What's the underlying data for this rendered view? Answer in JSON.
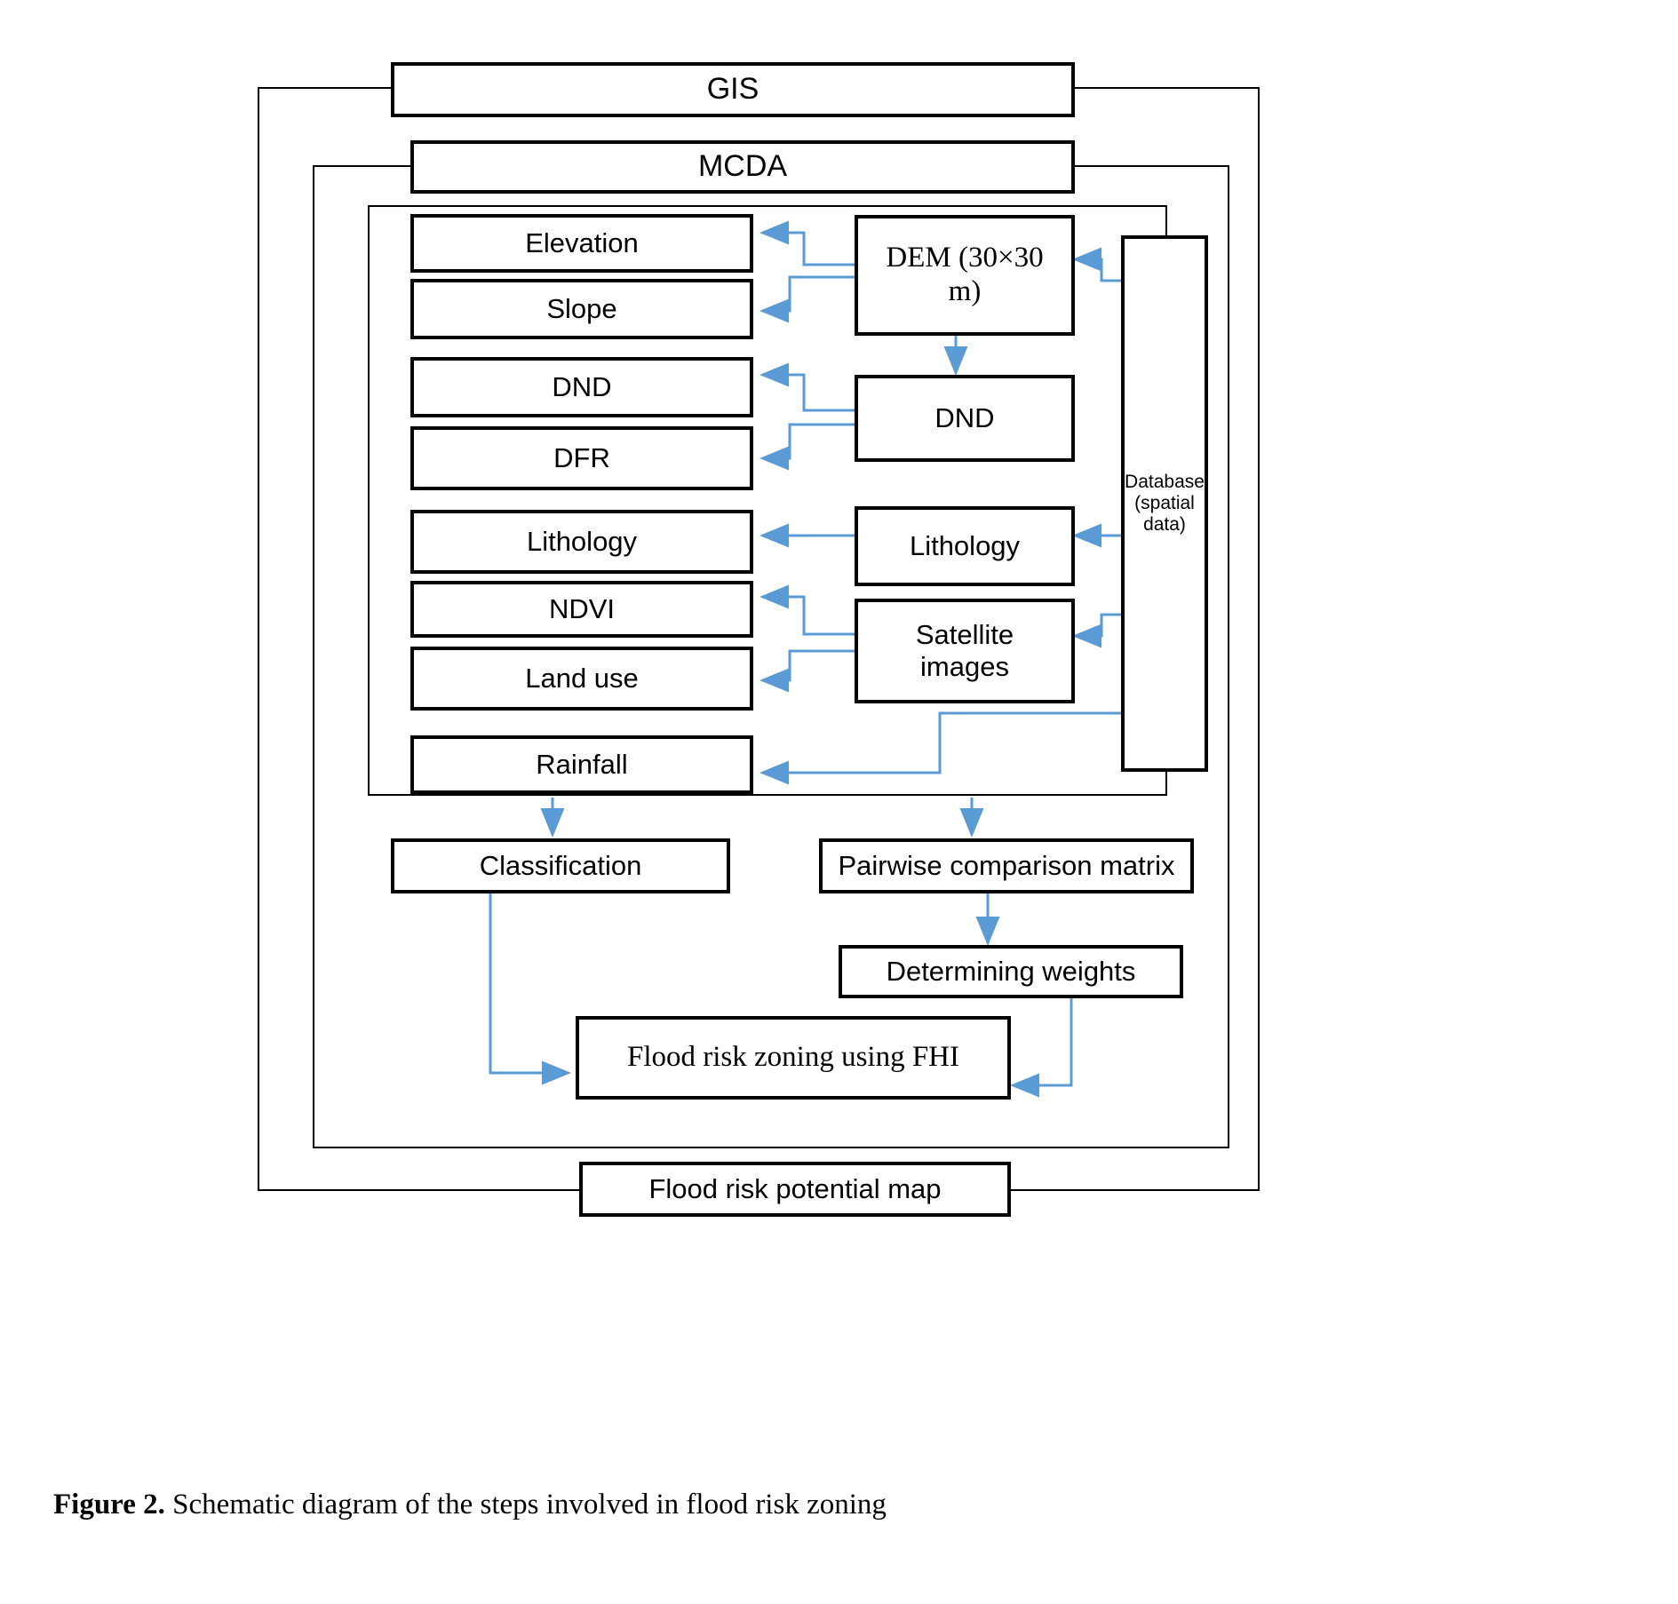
{
  "figure": {
    "caption_label": "Figure 2.",
    "caption_text": " Schematic diagram of the steps involved in flood risk zoning"
  },
  "colors": {
    "connector_blue": "#5B9BD5",
    "box_stroke": "#000000",
    "frame_stroke": "#000000",
    "background": "#FFFFFF"
  },
  "containers": {
    "gis_label": "GIS",
    "mcda_label": "MCDA"
  },
  "nodes": {
    "gis": "GIS",
    "mcda": "MCDA",
    "elevation": "Elevation",
    "slope": "Slope",
    "dnd_left": "DND",
    "dfr": "DFR",
    "lithology_left": "Lithology",
    "ndvi": "NDVI",
    "land_use": "Land use",
    "rainfall": "Rainfall",
    "dem": "DEM (30×30 m)",
    "dnd_right": "DND",
    "lithology_right": "Lithology",
    "satellite_images": "Satellite\nimages",
    "database": "Database\n(spatial\ndata)",
    "classification": "Classification",
    "pairwise": "Pairwise comparison matrix",
    "determining_weights": "Determining weights",
    "flood_risk_zoning": "Flood risk zoning using FHI",
    "flood_risk_map": "Flood risk potential map"
  },
  "chart_data": {
    "type": "diagram",
    "title": "Schematic diagram of the steps involved in flood risk zoning",
    "flow_edges": [
      {
        "from": "DEM (30×30 m)",
        "to": "Elevation"
      },
      {
        "from": "DEM (30×30 m)",
        "to": "Slope"
      },
      {
        "from": "DEM (30×30 m)",
        "to": "DND"
      },
      {
        "from": "DND",
        "to": "DND"
      },
      {
        "from": "DND",
        "to": "DFR"
      },
      {
        "from": "Lithology",
        "to": "Lithology"
      },
      {
        "from": "Satellite images",
        "to": "NDVI"
      },
      {
        "from": "Satellite images",
        "to": "Land use"
      },
      {
        "from": "Database (spatial data)",
        "to": "DEM (30×30 m)"
      },
      {
        "from": "Database (spatial data)",
        "to": "Lithology"
      },
      {
        "from": "Database (spatial data)",
        "to": "Satellite images"
      },
      {
        "from": "Database (spatial data)",
        "to": "Rainfall"
      },
      {
        "from": "MCDA layers",
        "to": "Classification"
      },
      {
        "from": "MCDA layers",
        "to": "Pairwise comparison matrix"
      },
      {
        "from": "Pairwise comparison matrix",
        "to": "Determining weights"
      },
      {
        "from": "Classification",
        "to": "Flood risk zoning using FHI"
      },
      {
        "from": "Determining weights",
        "to": "Flood risk zoning using FHI"
      }
    ]
  }
}
